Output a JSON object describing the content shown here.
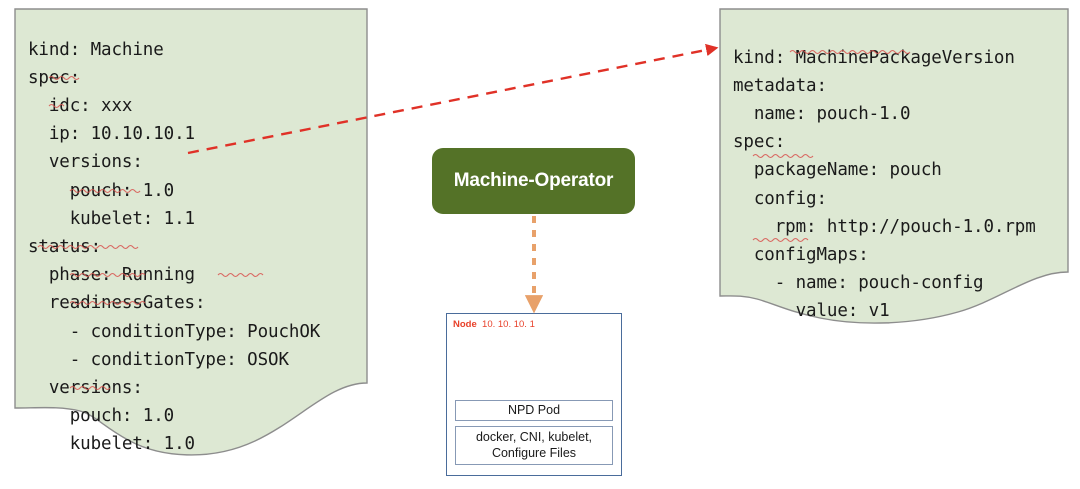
{
  "diagram": {
    "title": "Machine CRD and Machine-Operator reconciliation diagram",
    "colors": {
      "note_fill": "#dde8d3",
      "note_border": "#8d8d8d",
      "operator_fill": "#547227",
      "operator_text": "#ffffff",
      "node_border": "#4a6c9b",
      "node_inner_border": "#8799b5",
      "node_title_text": "#e8412a",
      "red_arrow": "#e03127",
      "orange_arrow": "#e8a16a"
    }
  },
  "machine_note": {
    "name": "machine-resource-note",
    "yaml": "kind: Machine\nspec:\n  idc: xxx\n  ip: 10.10.10.1\n  versions:\n    pouch: 1.0\n    kubelet: 1.1\nstatus:\n  phase: Running\n  readinessGates:\n    - conditionType: PouchOK\n    - conditionType: OSOK\n  versions:\n    pouch: 1.0\n    kubelet: 1.0",
    "lines": [
      "kind: Machine",
      "spec:",
      "  idc: xxx",
      "  ip: 10.10.10.1",
      "  versions:",
      "    pouch: 1.0",
      "    kubelet: 1.1",
      "status:",
      "  phase: Running",
      "  readinessGates:",
      "    - conditionType: PouchOK",
      "    - conditionType: OSOK",
      "  versions:",
      "    pouch: 1.0",
      "    kubelet: 1.0"
    ]
  },
  "package_note": {
    "name": "machine-package-version-note",
    "yaml": "kind: MachinePackageVersion\nmetadata:\n  name: pouch-1.0\nspec:\n  packageName: pouch\n  config:\n    rpm: http://pouch-1.0.rpm\n  configMaps:\n    - name: pouch-config\n      value: v1",
    "lines": [
      "kind: MachinePackageVersion",
      "metadata:",
      "  name: pouch-1.0",
      "spec:",
      "  packageName: pouch",
      "  config:",
      "    rpm: http://pouch-1.0.rpm",
      "  configMaps:",
      "    - name: pouch-config",
      "      value: v1"
    ]
  },
  "operator": {
    "label": "Machine-Operator"
  },
  "node": {
    "title_label": "Node",
    "title_ip": "10. 10. 10. 1",
    "npd_pod_label": "NPD Pod",
    "stack_label": "docker, CNI, kubelet,\nConfigure Files"
  },
  "arrows": [
    {
      "name": "pouch-version-reference-arrow",
      "style": "dashed",
      "color": "#e03127",
      "from": "machine.spec.versions.pouch",
      "to": "MachinePackageVersion"
    },
    {
      "name": "operator-to-node-arrow",
      "style": "dashed",
      "color": "#e8a16a",
      "from": "Machine-Operator",
      "to": "Node 10.10.10.1"
    }
  ]
}
